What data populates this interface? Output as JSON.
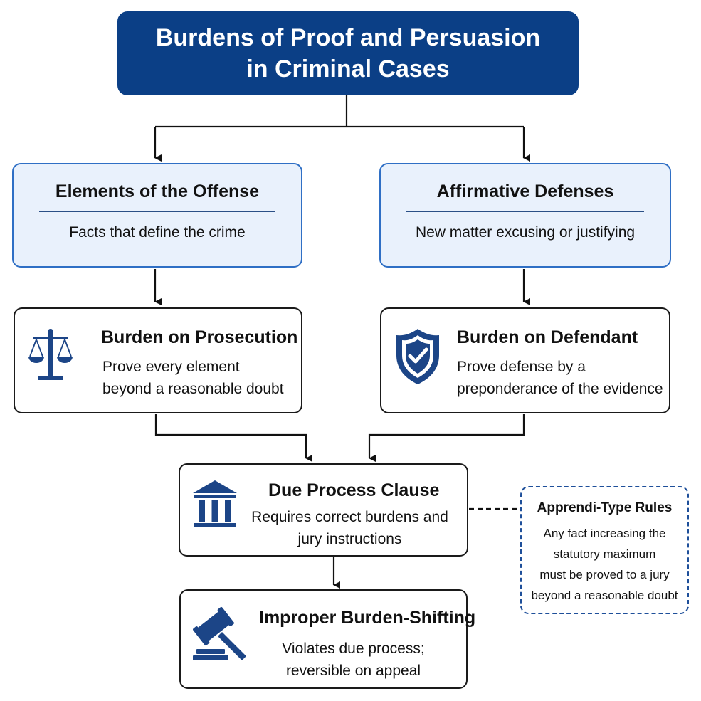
{
  "title": {
    "line1": "Burdens of Proof and Persuasion",
    "line2": "in Criminal Cases"
  },
  "elements_box": {
    "heading": "Elements of the Offense",
    "subtext": "Facts that define the crime"
  },
  "defenses_box": {
    "heading": "Affirmative Defenses",
    "subtext": "New matter excusing or justifying"
  },
  "prosecution_box": {
    "heading": "Burden on Prosecution",
    "line1": "Prove every element",
    "line2": "beyond a reasonable doubt",
    "icon": "scales-of-justice-icon"
  },
  "defendant_box": {
    "heading": "Burden on Defendant",
    "line1": "Prove defense by a",
    "line2": "preponderance of the evidence",
    "icon": "shield-check-icon"
  },
  "due_process_box": {
    "heading": "Due Process Clause",
    "line1": "Requires correct burdens and",
    "line2": "jury instructions",
    "icon": "courthouse-icon"
  },
  "apprendi_box": {
    "heading": "Apprendi-Type Rules",
    "line1": "Any fact increasing the",
    "line2": "statutory maximum",
    "line3": "must be proved to a jury",
    "line4": "beyond a reasonable doubt"
  },
  "burden_shifting_box": {
    "heading": "Improper Burden-Shifting",
    "line1": "Violates due process;",
    "line2": "reversible on appeal",
    "icon": "gavel-icon"
  },
  "colors": {
    "navy": "#0b3f86",
    "light_blue_fill": "#e9f1fc",
    "blue_border": "#2f6fc5",
    "icon_blue": "#1c4587"
  }
}
